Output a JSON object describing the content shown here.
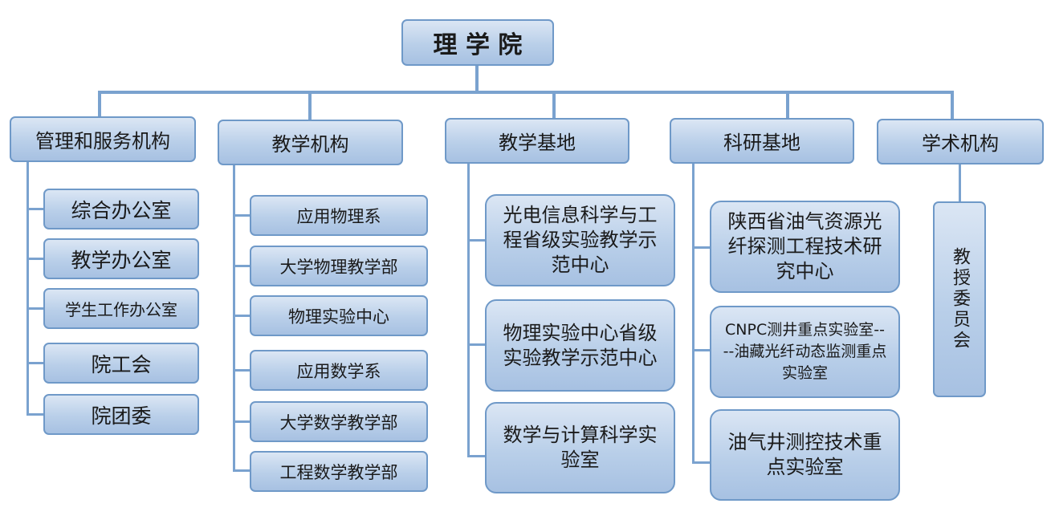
{
  "root": "理 学 院",
  "categories": [
    {
      "label": "管理和服务机构",
      "items": [
        "综合办公室",
        "教学办公室",
        "学生工作办公室",
        "院工会",
        "院团委"
      ]
    },
    {
      "label": "教学机构",
      "items": [
        "应用物理系",
        "大学物理教学部",
        "物理实验中心",
        "应用数学系",
        "大学数学教学部",
        "工程数学教学部"
      ]
    },
    {
      "label": "教学基地",
      "items": [
        "光电信息科学与工程省级实验教学示范中心",
        "物理实验中心省级实验教学示范中心",
        "数学与计算科学实验室"
      ]
    },
    {
      "label": "科研基地",
      "items": [
        "陕西省油气资源光纤探测工程技术研究中心",
        "CNPC测井重点实验室----油藏光纤动态监测重点实验室",
        "油气井测控技术重点实验室"
      ]
    },
    {
      "label": "学术机构",
      "items": [
        "教授委员会"
      ]
    }
  ],
  "colors": {
    "box_border": "#6f99c8",
    "connector": "#7aa2cf",
    "box_fill": "#b9cfe9"
  }
}
